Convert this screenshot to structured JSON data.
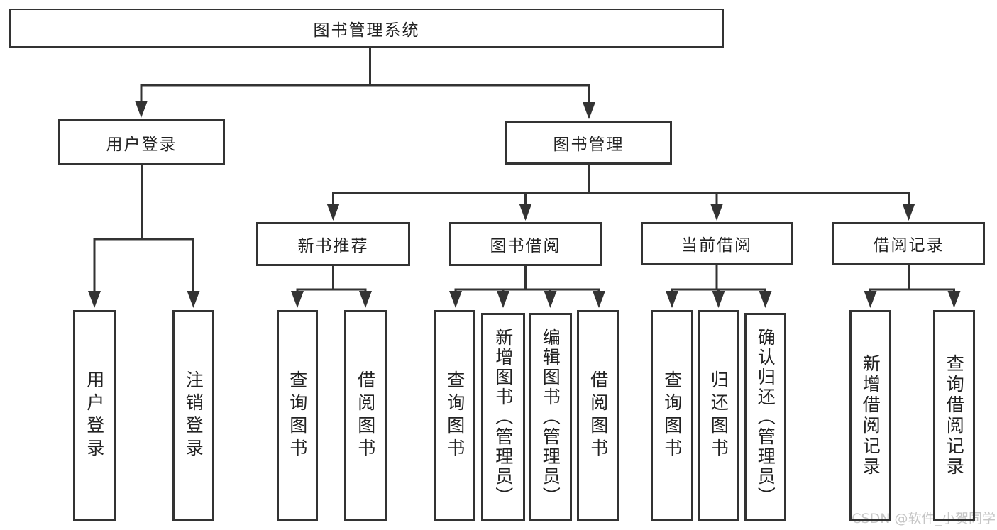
{
  "diagram": {
    "root": {
      "label": "图书管理系统",
      "children": [
        {
          "label": "用户登录",
          "children": [
            {
              "label": "用户登录"
            },
            {
              "label": "注销登录"
            }
          ]
        },
        {
          "label": "图书管理",
          "children": [
            {
              "label": "新书推荐",
              "children": [
                {
                  "label": "查询图书"
                },
                {
                  "label": "借阅图书"
                }
              ]
            },
            {
              "label": "图书借阅",
              "children": [
                {
                  "label": "查询图书"
                },
                {
                  "label": "新增图书（管理员）"
                },
                {
                  "label": "编辑图书（管理员）"
                },
                {
                  "label": "借阅图书"
                }
              ]
            },
            {
              "label": "当前借阅",
              "children": [
                {
                  "label": "查询图书"
                },
                {
                  "label": "归还图书"
                },
                {
                  "label": "确认归还（管理员）"
                }
              ]
            },
            {
              "label": "借阅记录",
              "children": [
                {
                  "label": "新增借阅记录"
                },
                {
                  "label": "查询借阅记录"
                }
              ]
            }
          ]
        }
      ]
    }
  },
  "watermark": {
    "text": "CSDN @软件_小贺同学"
  },
  "colors": {
    "line": "#333333",
    "text": "#222222",
    "watermark": "#c6c6c6",
    "background": "#ffffff"
  }
}
